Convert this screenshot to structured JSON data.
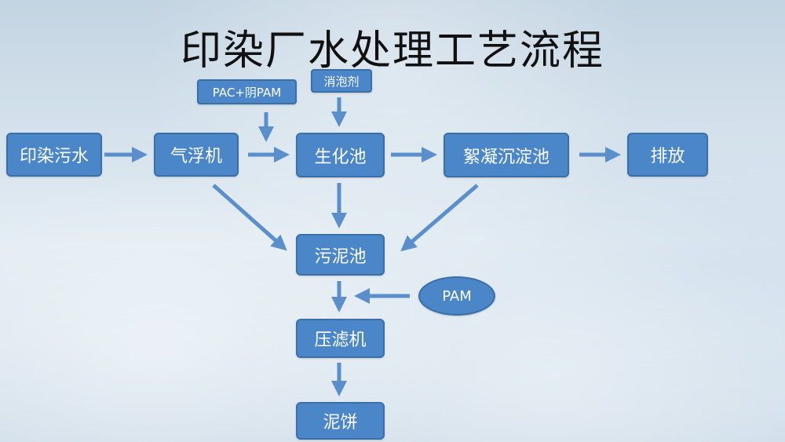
{
  "title": "印染厂水处理工艺流程",
  "nodes": {
    "dyeing_wastewater": "印染污水",
    "air_flotation": "气浮机",
    "biochemical_tank": "生化池",
    "flocculation_tank": "絮凝沉淀池",
    "discharge": "排放",
    "sludge_tank": "污泥池",
    "filter_press": "压滤机",
    "sludge_cake": "泥饼",
    "pac_pam": "PAC+阴PAM",
    "defoamer": "消泡剂",
    "pam": "PAM"
  },
  "colors": {
    "node_fill": "#4a86c8",
    "node_border": "#3a6fa8",
    "arrow": "#5a8fcc",
    "title": "#111111"
  }
}
